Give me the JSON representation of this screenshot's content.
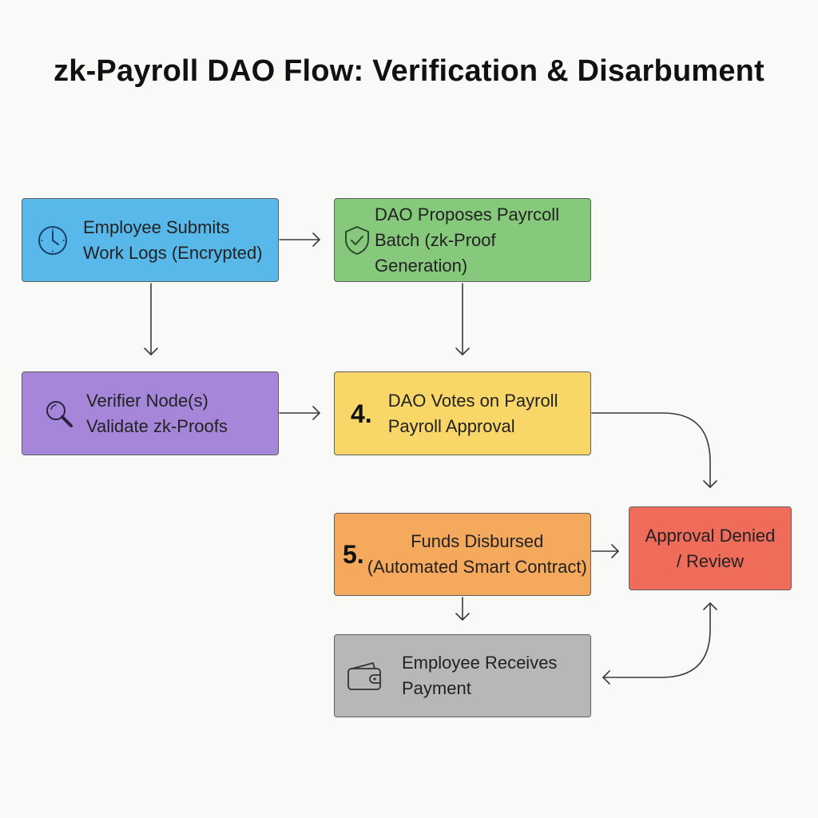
{
  "title": "zk-Payroll DAO Flow: Verification & Disarbument",
  "nodes": {
    "employee_submits": {
      "icon": "clock-icon",
      "color": "#59b8ea",
      "line1": "Employee Submits",
      "line2": "Work Logs (Encrypted)"
    },
    "dao_proposes": {
      "icon": "shield-check-icon",
      "color": "#87c97c",
      "line1": "DAO Proposes Payrcoll",
      "line2": "Batch (zk-Proof Generation)"
    },
    "verifier_node": {
      "icon": "magnifier-icon",
      "color": "#a586d8",
      "line1": "Verifier Node(s)",
      "line2": "Validate zk-Proofs"
    },
    "dao_votes": {
      "step": "4.",
      "color": "#f8d667",
      "line1": "DAO Votes on Payroll",
      "line2": "Payroll Approval"
    },
    "funds_disbursed": {
      "step": "5.",
      "color": "#f5a95d",
      "line1": "Funds Disbursed",
      "line2": "(Automated Smart Contract)"
    },
    "approval_denied": {
      "color": "#ef6c5b",
      "line1": "Approval Denied",
      "line2": "/ Review"
    },
    "employee_receives": {
      "icon": "wallet-icon",
      "color": "#b7b7b7",
      "line1": "Employee Receives",
      "line2": "Payment"
    }
  }
}
